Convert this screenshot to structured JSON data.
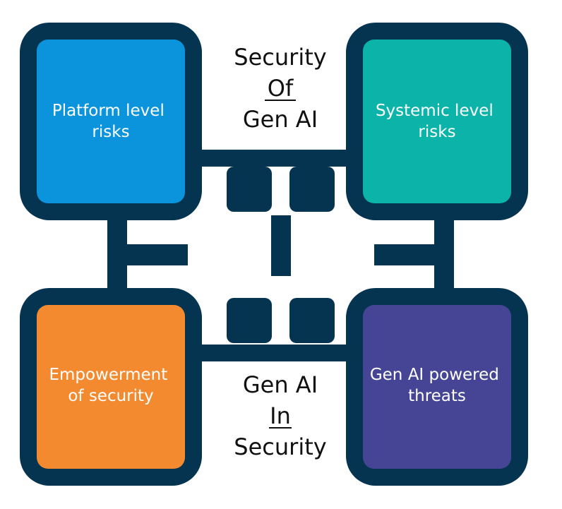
{
  "colors": {
    "frame": "#043450",
    "platform": "#0b94dc",
    "systemic": "#0bb3a8",
    "empowerment": "#f48a30",
    "threats": "#464595",
    "text_on_box": "#ffffff",
    "center_text": "#111111"
  },
  "boxes": {
    "platform": {
      "line1": "Platform level",
      "line2": "risks"
    },
    "systemic": {
      "line1": "Systemic level",
      "line2": "risks"
    },
    "empowerment": {
      "line1": "Empowerment",
      "line2": "of security"
    },
    "threats": {
      "line1": "Gen AI powered",
      "line2": "threats"
    }
  },
  "top_center": {
    "line1": "Security",
    "line2": "Of",
    "line3": "Gen AI"
  },
  "bottom_center": {
    "line1": "Gen AI",
    "line2": "In",
    "line3": "Security"
  }
}
